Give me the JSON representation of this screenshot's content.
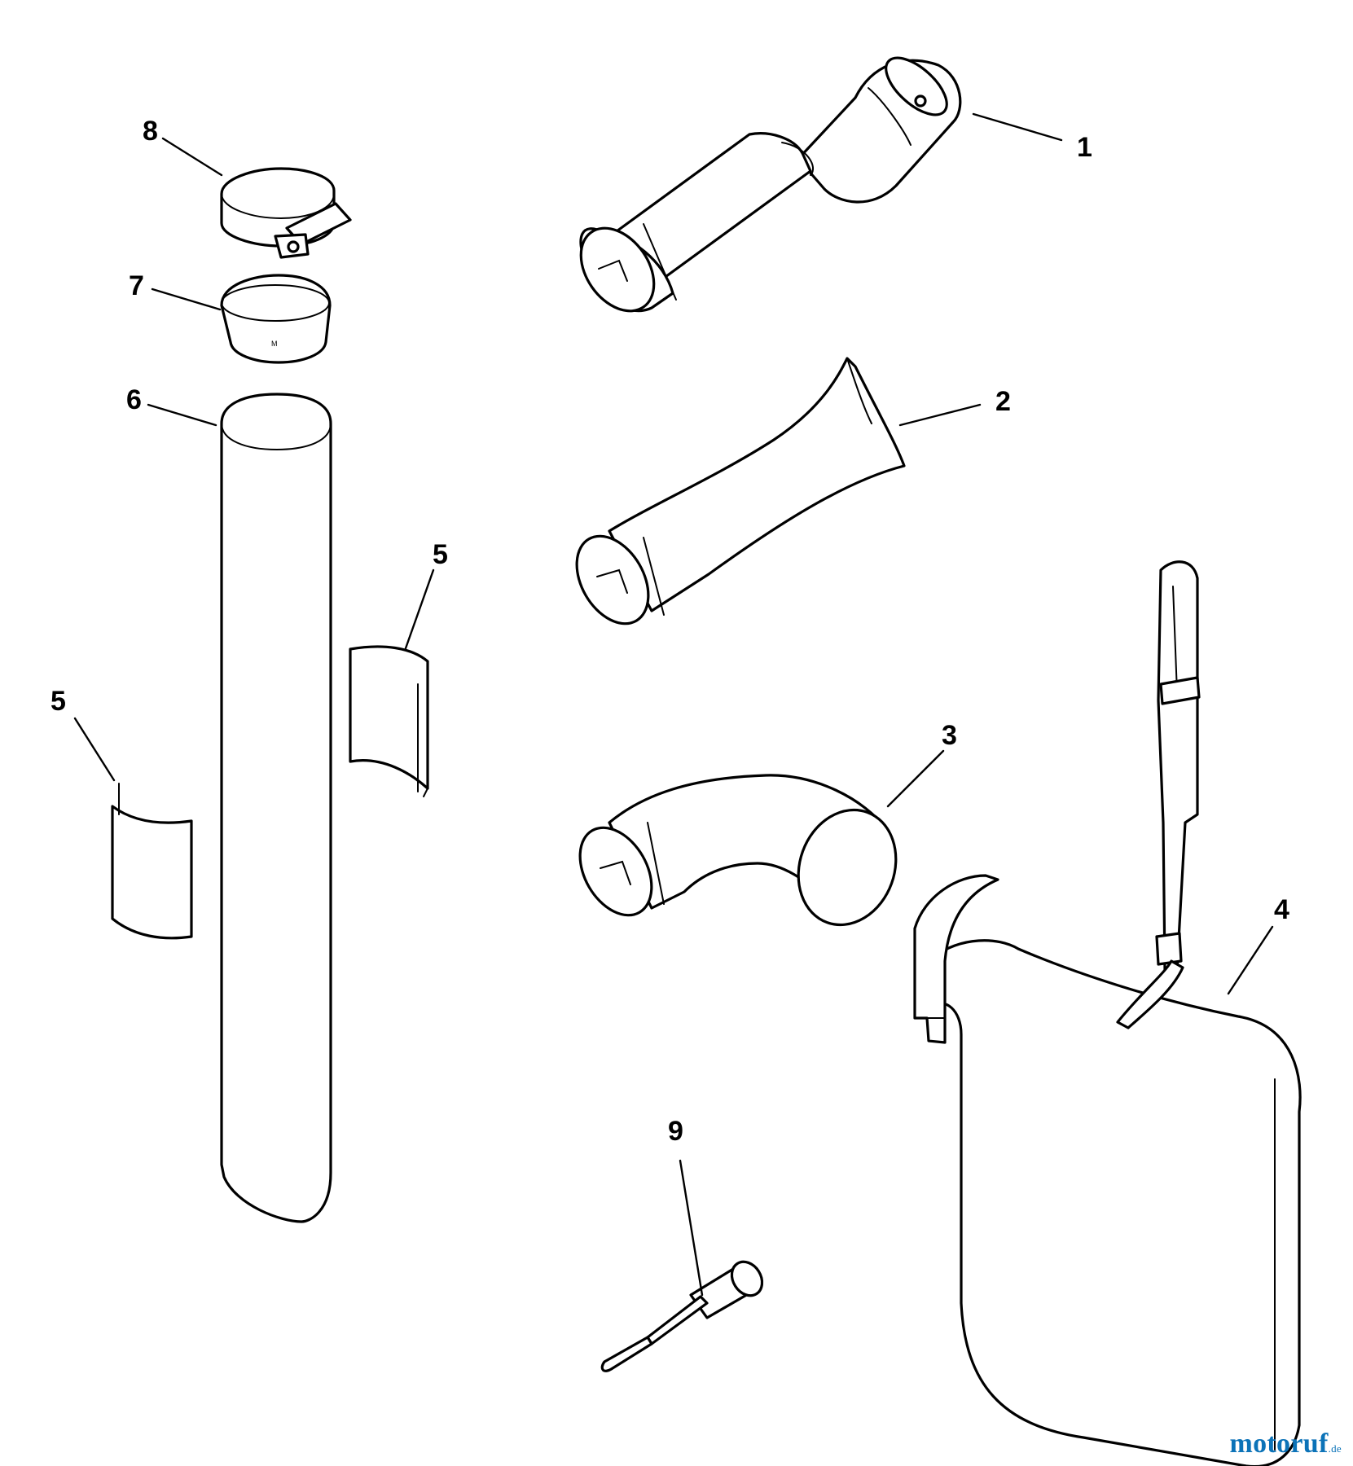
{
  "diagram": {
    "callouts": {
      "c1": "1",
      "c2": "2",
      "c3": "3",
      "c4": "4",
      "c5a": "5",
      "c5b": "5",
      "c6": "6",
      "c7": "7",
      "c8": "8",
      "c9": "9"
    },
    "ring_mark": "M"
  },
  "watermark": {
    "brand": "motoruf",
    "tld": ".de"
  }
}
